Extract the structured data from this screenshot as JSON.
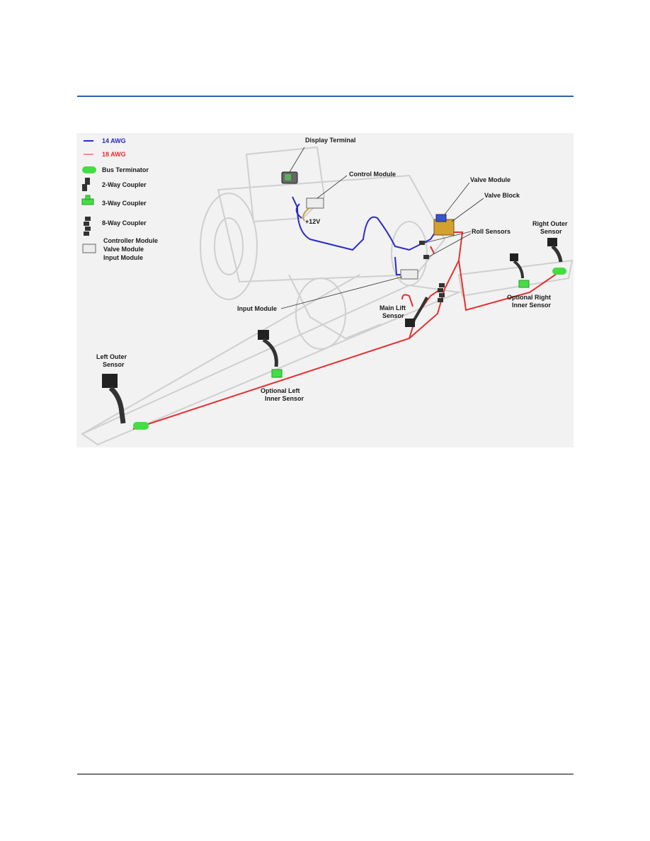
{
  "legend": {
    "items": [
      {
        "icon": "blue-line",
        "label": "14 AWG",
        "color": "#2a2ac8"
      },
      {
        "icon": "red-line",
        "label": "18 AWG",
        "color": "#e53030"
      },
      {
        "icon": "bus-terminator-icon",
        "label": "Bus Terminator"
      },
      {
        "icon": "two-way-coupler-icon",
        "label": "2-Way Coupler"
      },
      {
        "icon": "three-way-coupler-icon",
        "label": "3-Way Coupler"
      },
      {
        "icon": "eight-way-coupler-icon",
        "label": "8-Way Coupler"
      },
      {
        "icon": "module-icon",
        "label_lines": [
          "Controller Module",
          "Valve Module",
          "Input Module"
        ]
      }
    ]
  },
  "callouts": {
    "display_terminal": "Display Terminal",
    "control_module": "Control Module",
    "plus_12v": "+12V",
    "valve_module": "Valve Module",
    "valve_block": "Valve Block",
    "roll_sensors": "Roll Sensors",
    "right_outer_sensor": [
      "Right Outer",
      "Sensor"
    ],
    "optional_right_inner_sensor": [
      "Optional Right",
      "Inner Sensor"
    ],
    "input_module": "Input Module",
    "main_lift_sensor": [
      "Main Lift",
      "Sensor"
    ],
    "left_outer_sensor": [
      "Left Outer",
      "Sensor"
    ],
    "optional_left_inner_sensor": [
      "Optional Left",
      "Inner Sensor"
    ]
  },
  "colors": {
    "wire_14awg": "#2a2ac8",
    "wire_18awg": "#e53030",
    "terminator_green": "#44dd44",
    "header_rule": "#2f5fa8"
  }
}
